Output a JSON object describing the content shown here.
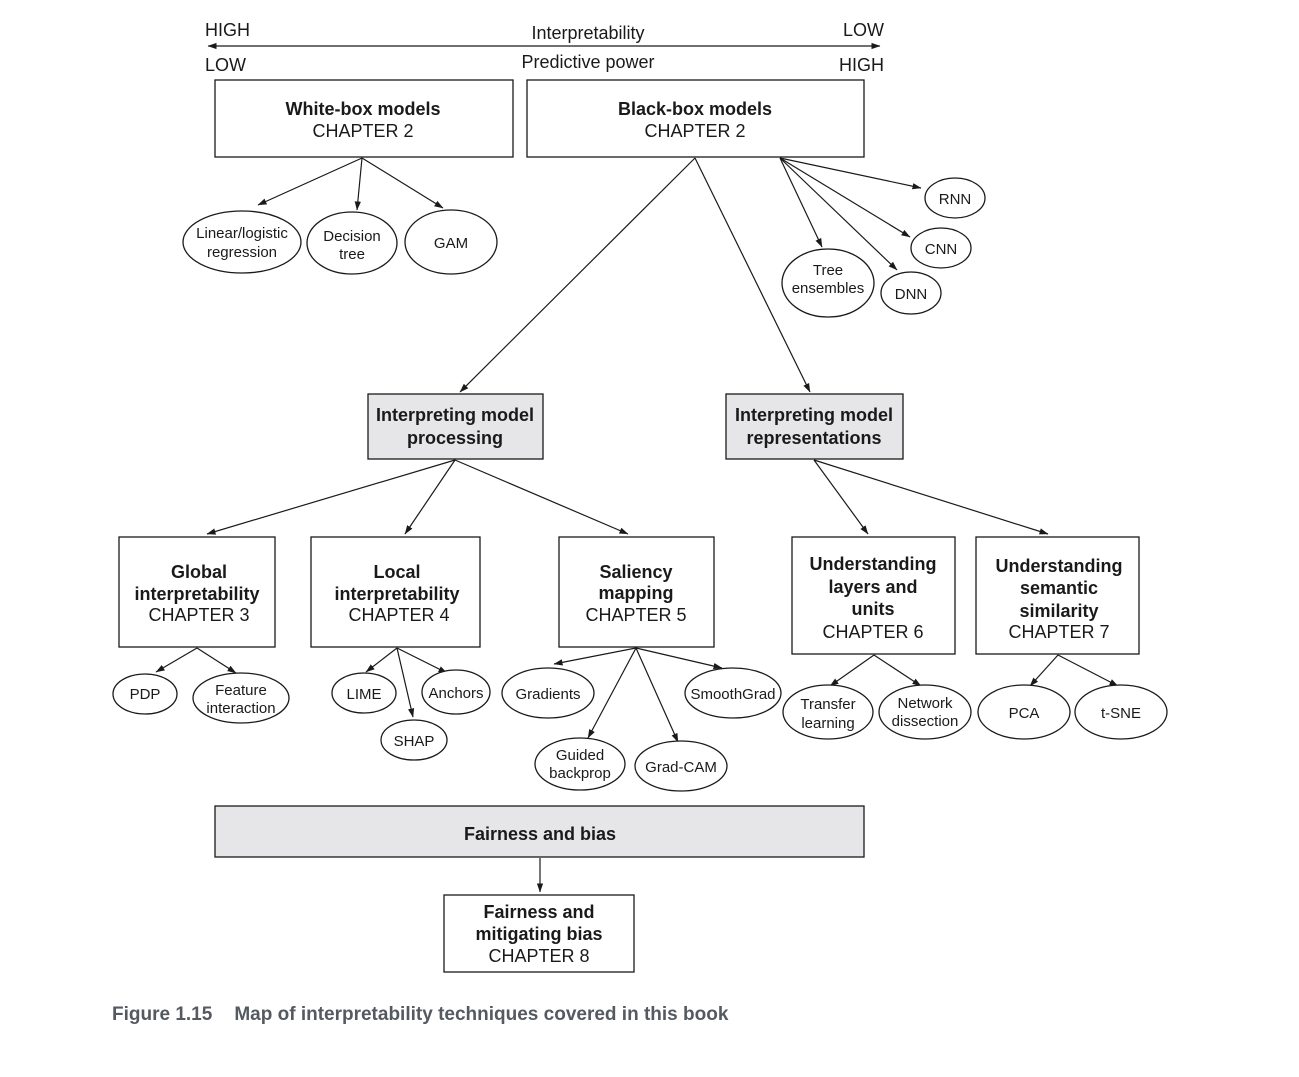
{
  "axis": {
    "left_top": "HIGH",
    "left_bottom": "LOW",
    "right_top": "LOW",
    "right_bottom": "HIGH",
    "label_top": "Interpretability",
    "label_bottom": "Predictive power"
  },
  "nodes": {
    "white_box": {
      "title": "White-box models",
      "chapter": "CHAPTER 2"
    },
    "black_box": {
      "title": "Black-box models",
      "chapter": "CHAPTER 2"
    },
    "linreg": {
      "line1": "Linear/logistic",
      "line2": "regression"
    },
    "dtree": {
      "line1": "Decision",
      "line2": "tree"
    },
    "gam": {
      "label": "GAM"
    },
    "rnn": {
      "label": "RNN"
    },
    "cnn": {
      "label": "CNN"
    },
    "dnn": {
      "label": "DNN"
    },
    "tree_ens": {
      "line1": "Tree",
      "line2": "ensembles"
    },
    "imp": {
      "line1": "Interpreting model",
      "line2": "processing"
    },
    "imr": {
      "line1": "Interpreting model",
      "line2": "representations"
    },
    "global": {
      "line1": "Global",
      "line2": "interpretability",
      "chapter": "CHAPTER 3"
    },
    "local": {
      "line1": "Local",
      "line2": "interpretability",
      "chapter": "CHAPTER 4"
    },
    "saliency": {
      "line1": "Saliency",
      "line2": "mapping",
      "chapter": "CHAPTER 5"
    },
    "layers": {
      "line1": "Understanding",
      "line2": "layers and",
      "line3": "units",
      "chapter": "CHAPTER 6"
    },
    "semantic": {
      "line1": "Understanding",
      "line2": "semantic",
      "line3": "similarity",
      "chapter": "CHAPTER 7"
    },
    "pdp": {
      "label": "PDP"
    },
    "feat": {
      "line1": "Feature",
      "line2": "interaction"
    },
    "lime": {
      "label": "LIME"
    },
    "anchors": {
      "label": "Anchors"
    },
    "shap": {
      "label": "SHAP"
    },
    "gradients": {
      "label": "Gradients"
    },
    "smoothgrad": {
      "label": "SmoothGrad"
    },
    "guided": {
      "line1": "Guided",
      "line2": "backprop"
    },
    "gradcam": {
      "label": "Grad-CAM"
    },
    "transfer": {
      "line1": "Transfer",
      "line2": "learning"
    },
    "netdis": {
      "line1": "Network",
      "line2": "dissection"
    },
    "pca": {
      "label": "PCA"
    },
    "tsne": {
      "label": "t-SNE"
    },
    "fairness_bar": {
      "label": "Fairness and bias"
    },
    "fairness_ch": {
      "line1": "Fairness and",
      "line2": "mitigating bias",
      "chapter": "CHAPTER 8"
    }
  },
  "caption": {
    "label": "Figure 1.15",
    "text": "Map of interpretability techniques covered in this book"
  }
}
